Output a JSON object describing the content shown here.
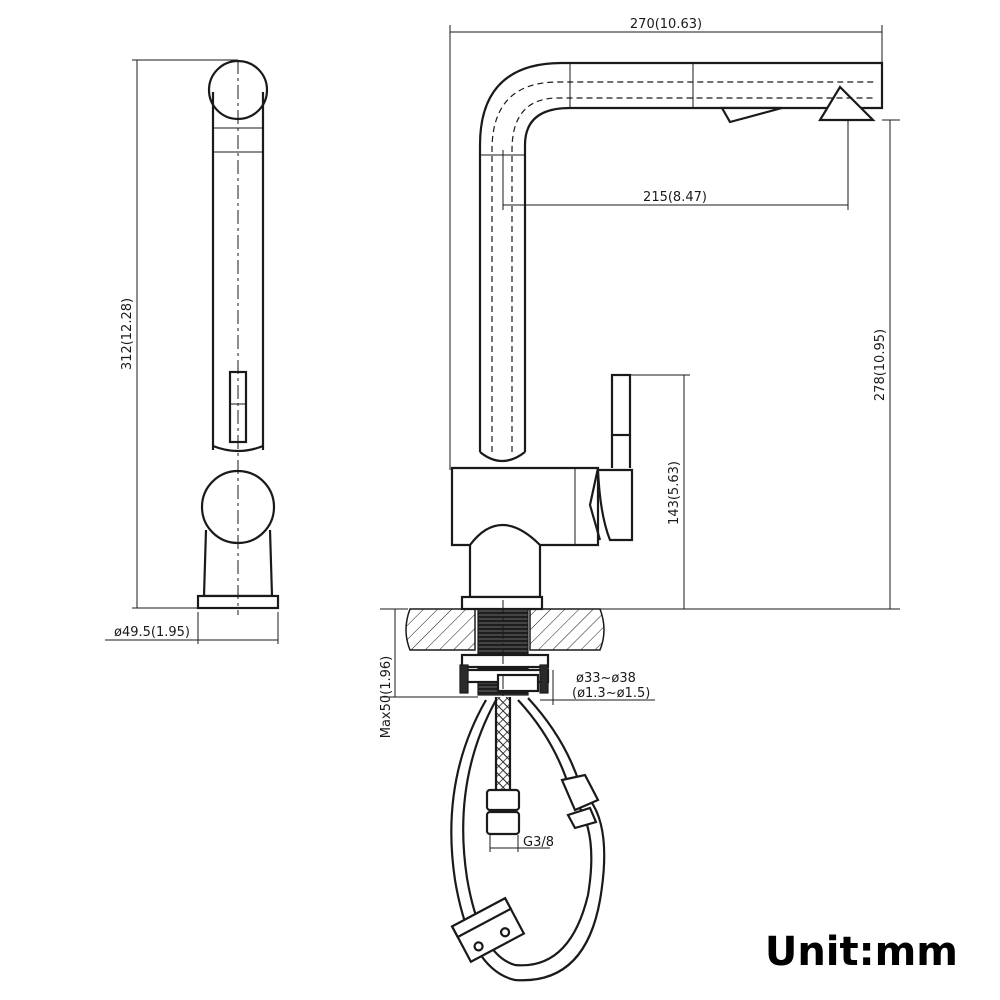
{
  "dimensions": {
    "total_width": "270(10.63)",
    "spout_reach": "215(8.47)",
    "total_height": "312(12.28)",
    "spout_height": "278(10.95)",
    "handle_height": "143(5.63)",
    "base_diameter": "ø49.5(1.95)",
    "hole_mm": "ø33~ø38",
    "hole_in": "(ø1.3~ø1.5)",
    "max_thickness": "Max50(1.96)",
    "thread": "G3/8"
  },
  "unit_label": "Unit:mm",
  "colors": {
    "line": "#1a1a1a",
    "background": "#ffffff"
  }
}
